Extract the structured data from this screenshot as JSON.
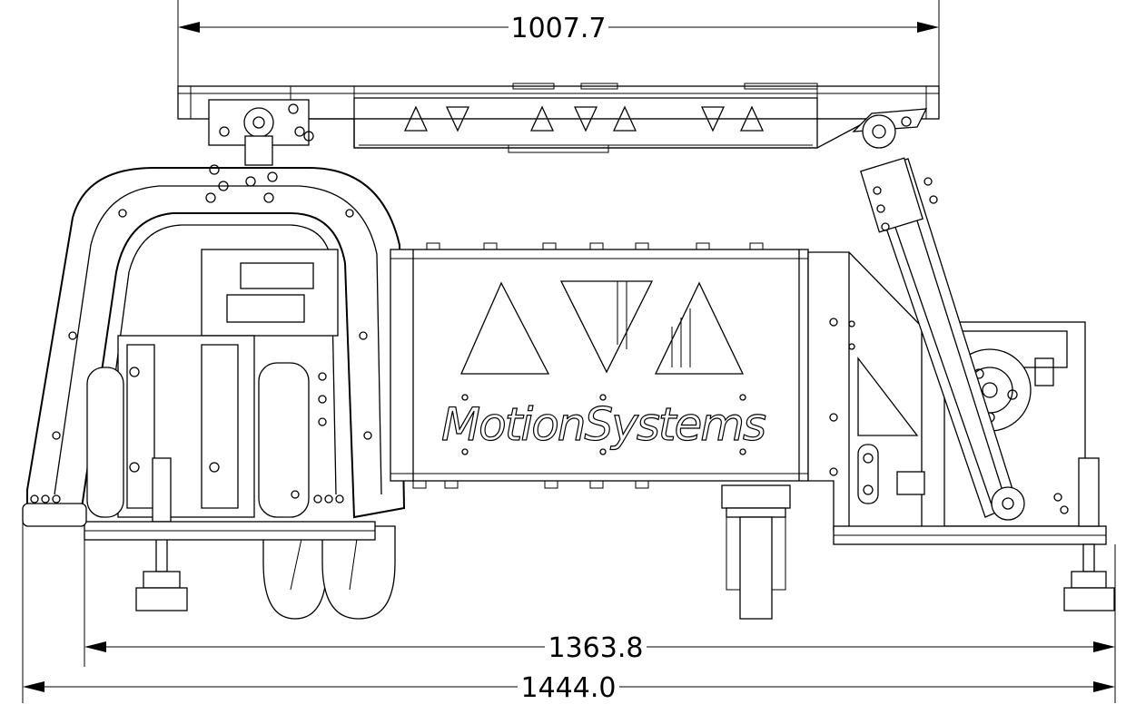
{
  "dimensions": {
    "top_width": "1007.7",
    "base_width": "1363.8",
    "overall_width": "1444.0"
  },
  "logo": {
    "text": "MotionSystems"
  },
  "colors": {
    "line": "#000000",
    "background": "#ffffff"
  }
}
